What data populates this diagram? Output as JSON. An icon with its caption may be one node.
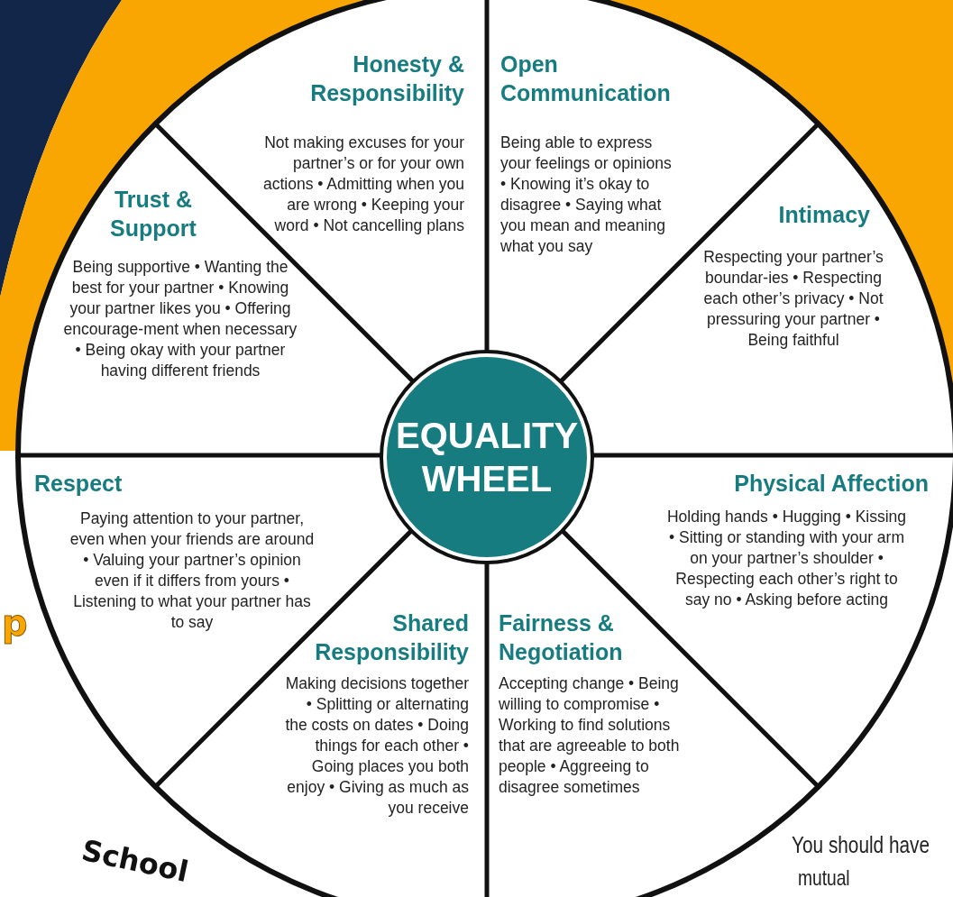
{
  "diagram": {
    "nodes": [
      {
        "text": [
          "EQUALITY WHEEL"
        ]
      },
      {
        "text": [
          "Honesty & Responsibility",
          "Not making excuses for your partner’s or for your own actions • Admitting when you are wrong • Keeping your word • Not cancelling plans"
        ]
      },
      {
        "text": [
          "Open Communication",
          "Being able to express your feelings or opinions • Knowing it’s okay to disagree • Saying what you mean and meaning what you say"
        ]
      },
      {
        "text": [
          "Trust & Support",
          "Being supportive • Wanting the best for your partner • Knowing your partner likes you • Offering encourage-ment when necessary • Being okay with your partner having different friends"
        ]
      },
      {
        "text": [
          "Intimacy",
          "Respecting your partner’s boundar-ies • Respecting each other’s privacy • Not pressuring your partner • Being faithful"
        ]
      },
      {
        "text": [
          "Respect",
          "Paying attention to your partner, even when your friends are around • Valuing your partner’s opinion even if it differs from yours • Listening to what your partner has to say"
        ]
      },
      {
        "text": [
          "Physical Affection",
          "Holding hands • Hugging • Kissing • Sitting or standing with your arm on your partner’s shoulder • Respecting each other’s right to say no • Asking before acting"
        ]
      },
      {
        "text": [
          "Shared Responsibility",
          "Making decisions together • Splitting or alternating the costs on dates • Doing things for each other • Going places you both enjoy • Giving as much as you receive"
        ]
      },
      {
        "text": [
          "Fairness & Negotiation",
          "Accepting change • Being willing to compromise • Working to find solutions that are agreeable to both people • Aggreeing to disagree sometimes"
        ]
      }
    ],
    "labels": [
      "p",
      "School",
      "You should have",
      "mutual"
    ]
  }
}
